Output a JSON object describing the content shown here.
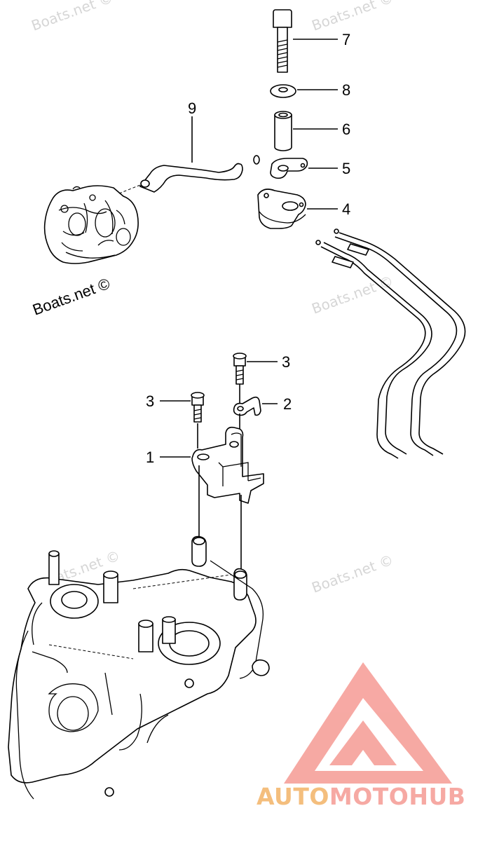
{
  "watermarks": [
    "Boats.net ©",
    "Boats.net ©",
    "Boats.net ©",
    "Boats.net ©",
    "Boats.net ©"
  ],
  "credit": "Boats.net ©",
  "callouts": [
    "7",
    "8",
    "6",
    "5",
    "4",
    "9",
    "3",
    "3",
    "2",
    "1"
  ],
  "logo": {
    "part1": "AUTO",
    "part2": "MOTO",
    "part3": "HUB",
    "color_main": "#f6a09a",
    "color_accent": "#f3b870"
  }
}
